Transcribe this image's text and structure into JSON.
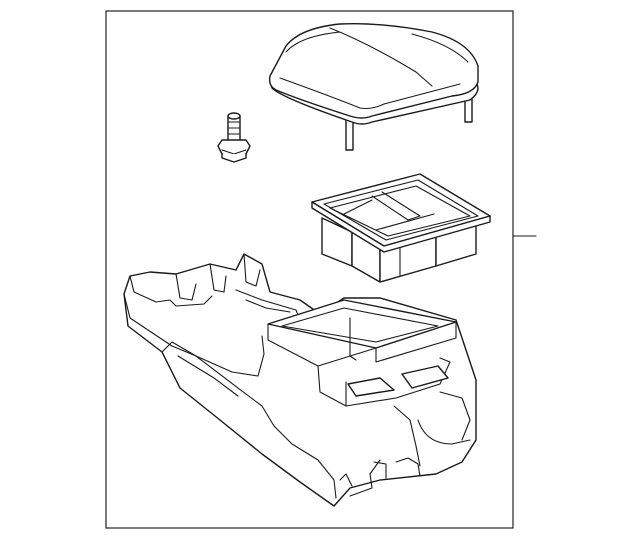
{
  "diagram": {
    "description_labels": [],
    "colors": {
      "line": "#1a1a1a",
      "background": "#ffffff",
      "frame": "#222222"
    },
    "parts": [
      {
        "name": "armrest-lid"
      },
      {
        "name": "bolt"
      },
      {
        "name": "storage-tray"
      },
      {
        "name": "console-box"
      }
    ],
    "callout": {
      "label": ""
    }
  }
}
